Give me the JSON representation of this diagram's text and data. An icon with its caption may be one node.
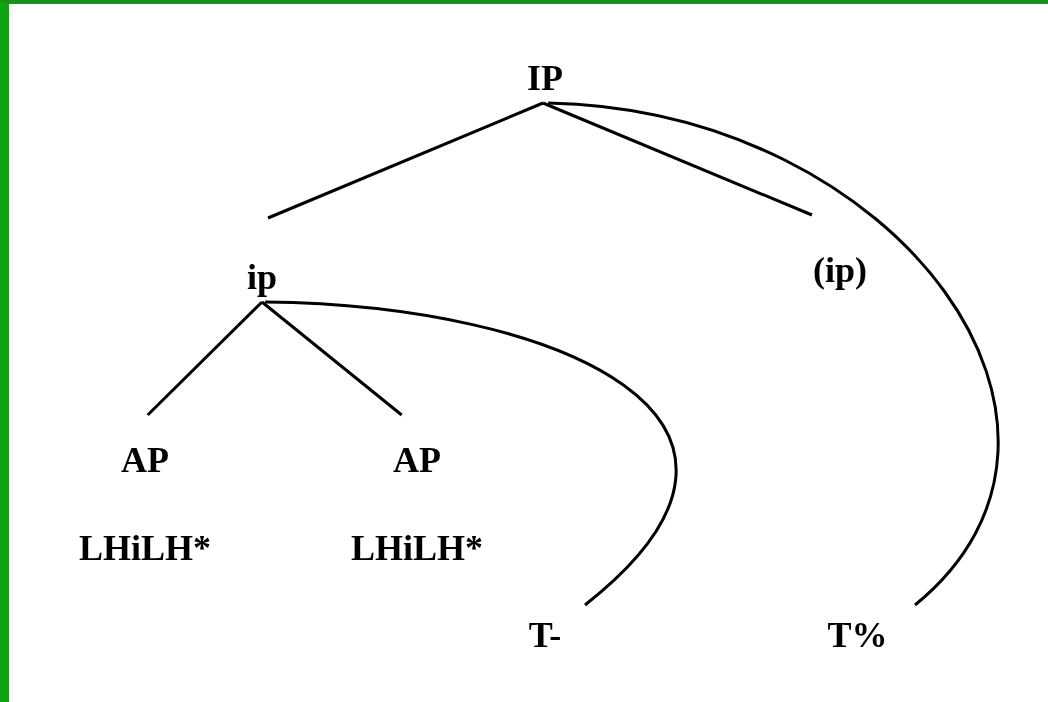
{
  "diagram": {
    "nodes": [
      {
        "text": [
          "IP"
        ]
      },
      {
        "text": [
          "ip"
        ]
      },
      {
        "text": [
          "(ip)"
        ]
      },
      {
        "text": [
          "AP"
        ],
        "beside": [
          "LHiLH*"
        ]
      },
      {
        "text": [
          "AP"
        ],
        "beside": [
          "LHiLH*"
        ]
      },
      {
        "text": [
          "T-"
        ]
      },
      {
        "text": [
          "T%"
        ]
      }
    ],
    "edges": [
      {
        "from": 0,
        "to": 1,
        "arrow": "none"
      },
      {
        "from": 0,
        "to": 2,
        "arrow": "none"
      },
      {
        "from": 0,
        "to": 6,
        "arrow": "none"
      },
      {
        "from": 1,
        "to": 3,
        "arrow": "none"
      },
      {
        "from": 1,
        "to": 4,
        "arrow": "none"
      },
      {
        "from": 1,
        "to": 5,
        "arrow": "none"
      }
    ]
  }
}
